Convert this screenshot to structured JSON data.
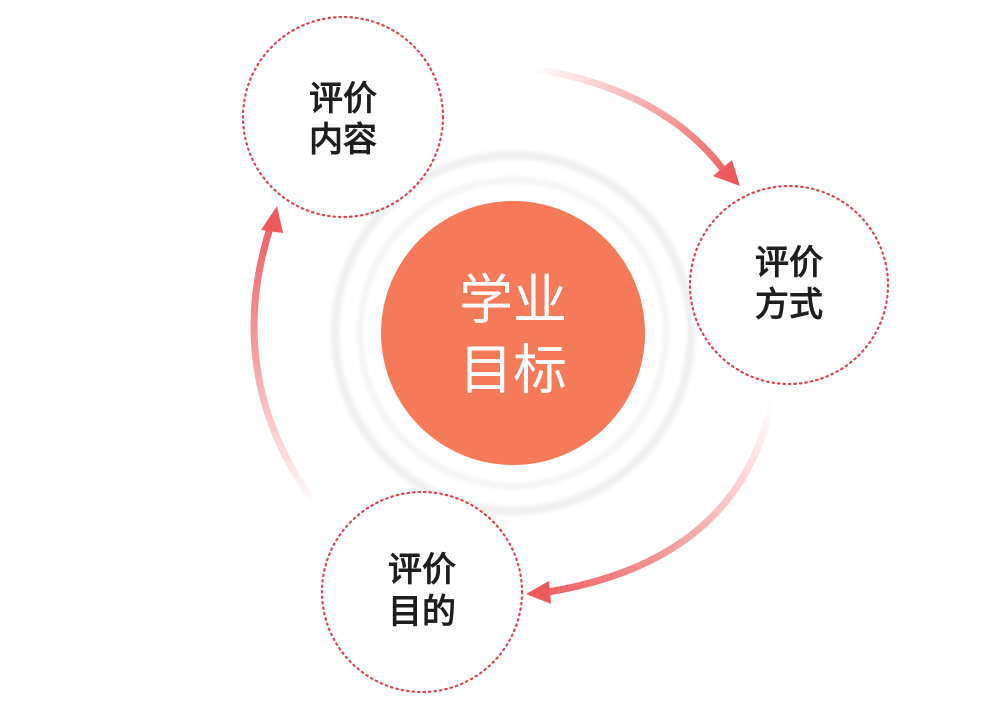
{
  "diagram": {
    "center": {
      "line1": "学业",
      "line2": "目标"
    },
    "nodes": {
      "content": {
        "line1": "评价",
        "line2": "内容"
      },
      "method": {
        "line1": "评价",
        "line2": "方式"
      },
      "purpose": {
        "line1": "评价",
        "line2": "目的"
      }
    }
  },
  "colors": {
    "center_fill": "#f47a5a",
    "arrow": "#ec5a5e",
    "node_border": "#e0454c",
    "halo": "#eeeeee"
  }
}
